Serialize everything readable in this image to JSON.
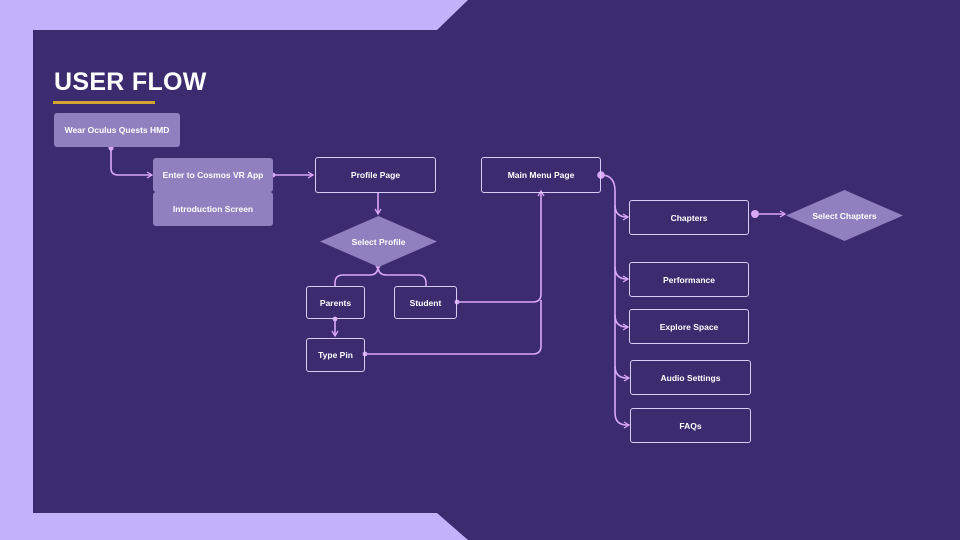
{
  "title": "USER FLOW",
  "colors": {
    "background": "#3d2b6f",
    "accent": "#c3b1fc",
    "node_fill": "#9180bf",
    "connector": "#d9a8f7",
    "underline": "#d3a52c"
  },
  "nodes": {
    "wear_hmd": "Wear Oculus Quests HMD",
    "enter_app": "Enter to Cosmos VR App",
    "intro_screen": "Introduction Screen",
    "profile_page": "Profile Page",
    "select_profile": "Select Profile",
    "parents": "Parents",
    "student": "Student",
    "type_pin": "Type Pin",
    "main_menu": "Main Menu Page",
    "chapters": "Chapters",
    "select_chapters": "Select Chapters",
    "performance": "Performance",
    "explore_space": "Explore Space",
    "audio_settings": "Audio Settings",
    "faqs": "FAQs"
  }
}
